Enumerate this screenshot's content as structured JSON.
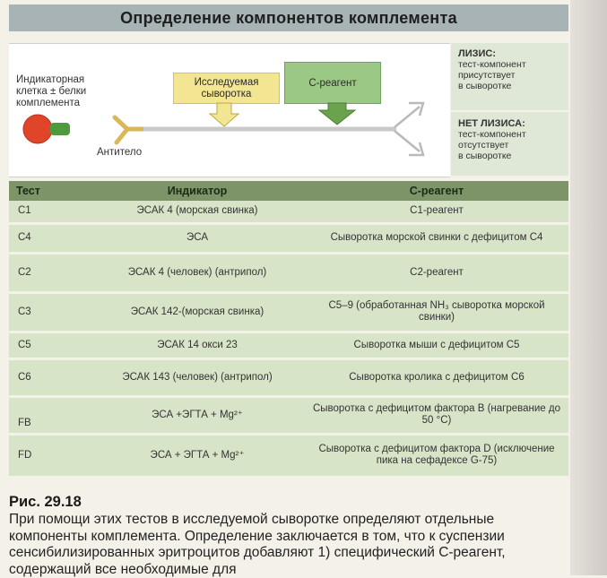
{
  "title": "Определение компонентов комплемента",
  "diagram": {
    "indicator_label": [
      "Индикаторная",
      "клетка ± белки",
      "комплемента"
    ],
    "antibody_label": "Антитело",
    "serum_label": [
      "Исследуемая",
      "сыворотка"
    ],
    "reagent_label": "С-реагент"
  },
  "results": {
    "lysis": {
      "head": "ЛИЗИС:",
      "lines": [
        "тест-компонент",
        "присутствует",
        "в сыворотке"
      ]
    },
    "no_lysis": {
      "head": "НЕТ ЛИЗИСА:",
      "lines": [
        "тест-компонент",
        "отсутствует",
        "в сыворотке"
      ]
    }
  },
  "table": {
    "headers": [
      "Тест",
      "Индикатор",
      "С-реагент"
    ],
    "rows": [
      {
        "test": "С1",
        "indicator": "ЭСАК 4 (морская свинка)",
        "reagent": "С1-реагент"
      },
      {
        "test": "С4",
        "indicator": "ЭСА",
        "reagent": "Сыворотка морской свинки с дефицитом С4"
      },
      {
        "test": "С2",
        "indicator": "ЭСАК 4 (человек) (антрипол)",
        "reagent": "С2-реагент"
      },
      {
        "test": "С3",
        "indicator": "ЭСАК 142-(морская свинка)",
        "reagent": "С5–9 (обработанная NH₃ сыворотка морской свинки)"
      },
      {
        "test": "С5",
        "indicator": "ЭСАК 14 окси 23",
        "reagent": "Сыворотка мыши с дефицитом С5"
      },
      {
        "test": "С6",
        "indicator": "ЭСАК 143 (человек) (антрипол)",
        "reagent": "Сыворотка кролика с дефицитом С6"
      },
      {
        "test": "FB",
        "indicator": "ЭСА +ЭГТА + Mg²⁺",
        "reagent": "Сыворотка с дефицитом фактора В (нагревание до 50 °С)"
      },
      {
        "test": "FD",
        "indicator": "ЭСА + ЭГТА + Mg²⁺",
        "reagent": "Сыворотка с дефицитом фактора D (исключение пика на сефадексе G-75)"
      }
    ]
  },
  "caption": {
    "title": "Рис. 29.18",
    "text": "При помощи этих тестов в исследуемой сыворотке определяют отдельные компоненты комплемента. Определение заключается в том, что к суспензии сенсибилизированных эритроцитов добавляют 1) специфический С-реагент, содержащий все необходимые для"
  },
  "colors": {
    "title_bar": "#a8b3b5",
    "yellow_box": "#f3e693",
    "green_box": "#9cc886",
    "table_header": "#7c9468",
    "table_row": "#d7e4c8",
    "result_panel": "#dfe7d6",
    "cell_red": "#e0452a"
  }
}
